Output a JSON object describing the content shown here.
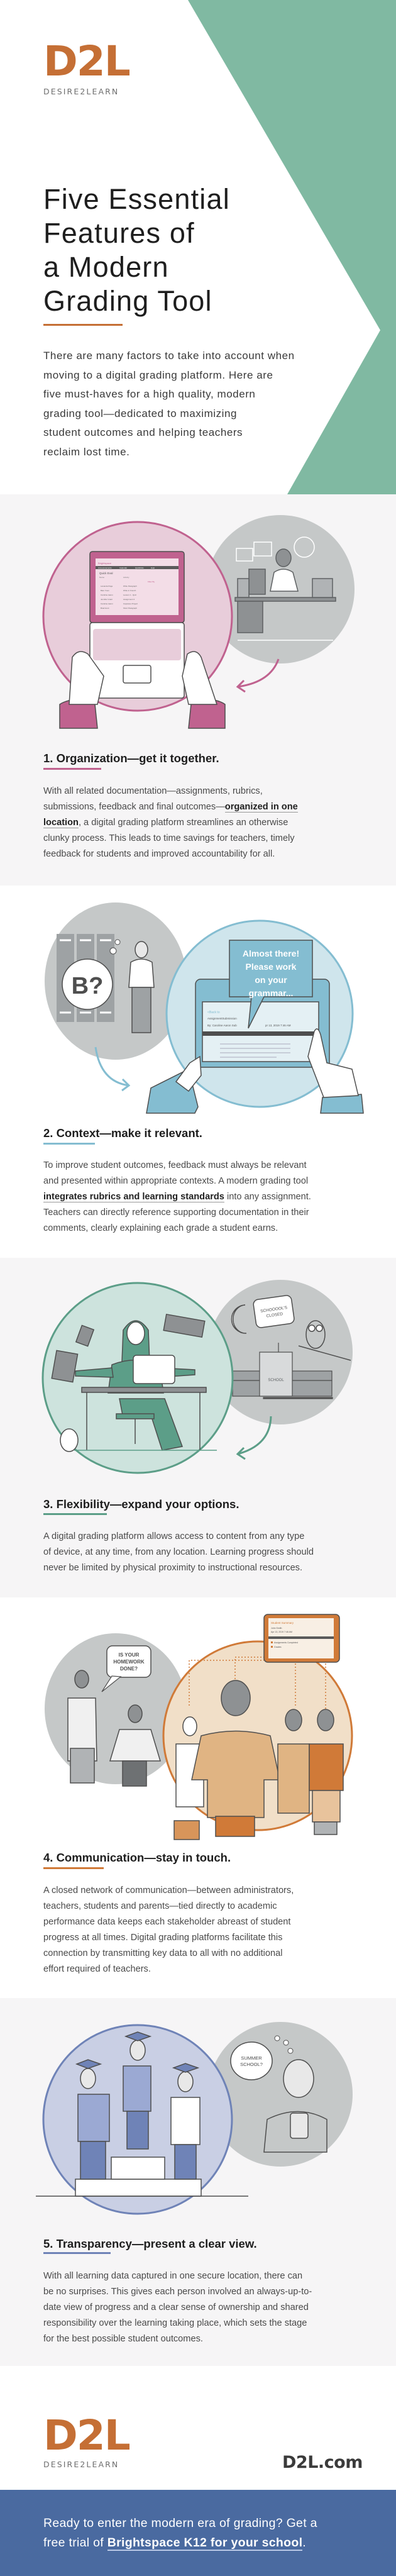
{
  "brand": {
    "logo": "D2L",
    "logo_sub": "DESIRE2LEARN",
    "accent": "#c56f35",
    "site": "D2L.com"
  },
  "intro": {
    "title_lines": [
      "Five Essential",
      "Features of",
      "a Modern",
      "Grading Tool"
    ],
    "lines": [
      "There are many factors to take into account when",
      "moving to a digital grading platform. Here are",
      "five must-haves for a high quality, modern",
      "grading tool—dedicated to maximizing",
      "student outcomes and helping teachers",
      "reclaim lost time."
    ],
    "shape_color": "#80b9a2"
  },
  "sections": [
    {
      "heading": "1. Organization—get it together.",
      "color": "#c0628f",
      "lines": [
        [
          {
            "t": "With all related documentation—assignments, rubrics,"
          }
        ],
        [
          {
            "t": "submissions, feedback and final outcomes—"
          },
          {
            "t": "organized in one",
            "b": true
          }
        ],
        [
          {
            "t": "location",
            "b": true
          },
          {
            "t": ", a digital grading platform streamlines an otherwise"
          }
        ],
        [
          {
            "t": "clunky process. This leads to time savings for teachers, timely"
          }
        ],
        [
          {
            "t": "feedback for students and improved accountability for all."
          }
        ]
      ],
      "illustration": {
        "screen_brand": "Brightspace",
        "screen_nav": [
          "Announcements",
          "Calendar",
          "Quicklinks",
          "Help"
        ],
        "screen_title": "Quick Eval",
        "screen_cols": [
          "Name",
          "Activity"
        ],
        "screen_filter": "Filter By",
        "screen_rows": [
          [
            "Lavanda Page",
            "Write Paragraph"
          ],
          [
            "Bian Yuan",
            "Write in French"
          ],
          [
            "Caroline Aaron",
            "Lesson 1 - Quiz"
          ],
          [
            "Jennifer Grant",
            "Assignment 4"
          ],
          [
            "Caroline Aaron",
            "Capstone Project"
          ],
          [
            "Brad Hunt",
            "Short Paragraph"
          ]
        ]
      }
    },
    {
      "heading": "2. Context—make it relevant.",
      "color": "#84bdd1",
      "lines": [
        [
          {
            "t": "To improve student outcomes, feedback must always be relevant"
          }
        ],
        [
          {
            "t": "and presented within appropriate contexts. A modern grading tool"
          }
        ],
        [
          {
            "t": "integrates rubrics and learning standards",
            "b": true
          },
          {
            "t": " into any assignment."
          }
        ],
        [
          {
            "t": "Teachers can directly reference supporting documentation in their"
          }
        ],
        [
          {
            "t": "comments, clearly explaining each grade a student earns."
          }
        ]
      ],
      "illustration": {
        "thought": "B?",
        "bubble_lines": [
          "Almost there!",
          "Please work",
          "on your",
          "grammar..."
        ],
        "screen_back": "<Back to",
        "screen_file": "AssignmentSubmission",
        "screen_by": "By: Caroline Aaron Sub",
        "screen_date": "pr 13, 2019 7:46 AM"
      }
    },
    {
      "heading": "3. Flexibility—expand your options.",
      "color": "#5c9e88",
      "lines": [
        [
          {
            "t": "A digital grading platform allows access to content from any type"
          }
        ],
        [
          {
            "t": "of device, at any time, from any location. Learning progress should"
          }
        ],
        [
          {
            "t": "never be limited by physical proximity to instructional resources."
          }
        ]
      ],
      "illustration": {
        "bubble_lines": [
          "SCHOOOOL'S",
          "CLOSED"
        ],
        "school_sign": "SCHOOL"
      }
    },
    {
      "heading": "4. Communication—stay in touch.",
      "color": "#d07a38",
      "lines": [
        [
          {
            "t": "A closed network of communication—between administrators,"
          }
        ],
        [
          {
            "t": "teachers, students and parents—tied directly to academic"
          }
        ],
        [
          {
            "t": "performance data keeps each stakeholder abreast of student"
          }
        ],
        [
          {
            "t": "progress at all times. Digital grading platforms facilitate this"
          }
        ],
        [
          {
            "t": "connection by transmitting key data to all with no additional"
          }
        ],
        [
          {
            "t": "effort required of teachers."
          }
        ]
      ],
      "illustration": {
        "bubble_lines": [
          "IS YOUR",
          "HOMEWORK",
          "DONE?"
        ],
        "tablet_title": "Student Summary",
        "tablet_name": "John Smith",
        "tablet_date": "Apr 13, 2019 7:46 AM",
        "tablet_items": [
          "Assignments Completed",
          "Grades"
        ]
      }
    },
    {
      "heading": "5. Transparency—present a clear view.",
      "color": "#6f83b7",
      "lines": [
        [
          {
            "t": "With all learning data captured in one secure location, there can"
          }
        ],
        [
          {
            "t": "be no surprises. This gives each person involved an always-up-to-"
          }
        ],
        [
          {
            "t": "date view of progress and a clear sense of ownership and shared"
          }
        ],
        [
          {
            "t": "responsibility over the learning taking place, which sets the stage"
          }
        ],
        [
          {
            "t": "for the best possible student outcomes."
          }
        ]
      ],
      "illustration": {
        "thought_lines": [
          "SUMMER",
          "SCHOOL?"
        ]
      }
    }
  ],
  "cta": {
    "line1": "Ready to enter the modern era of grading? Get a",
    "line2_before": "free trial of ",
    "link": "Brightspace K12 for your school",
    "line2_after": ".",
    "color": "#4a6aa0"
  }
}
